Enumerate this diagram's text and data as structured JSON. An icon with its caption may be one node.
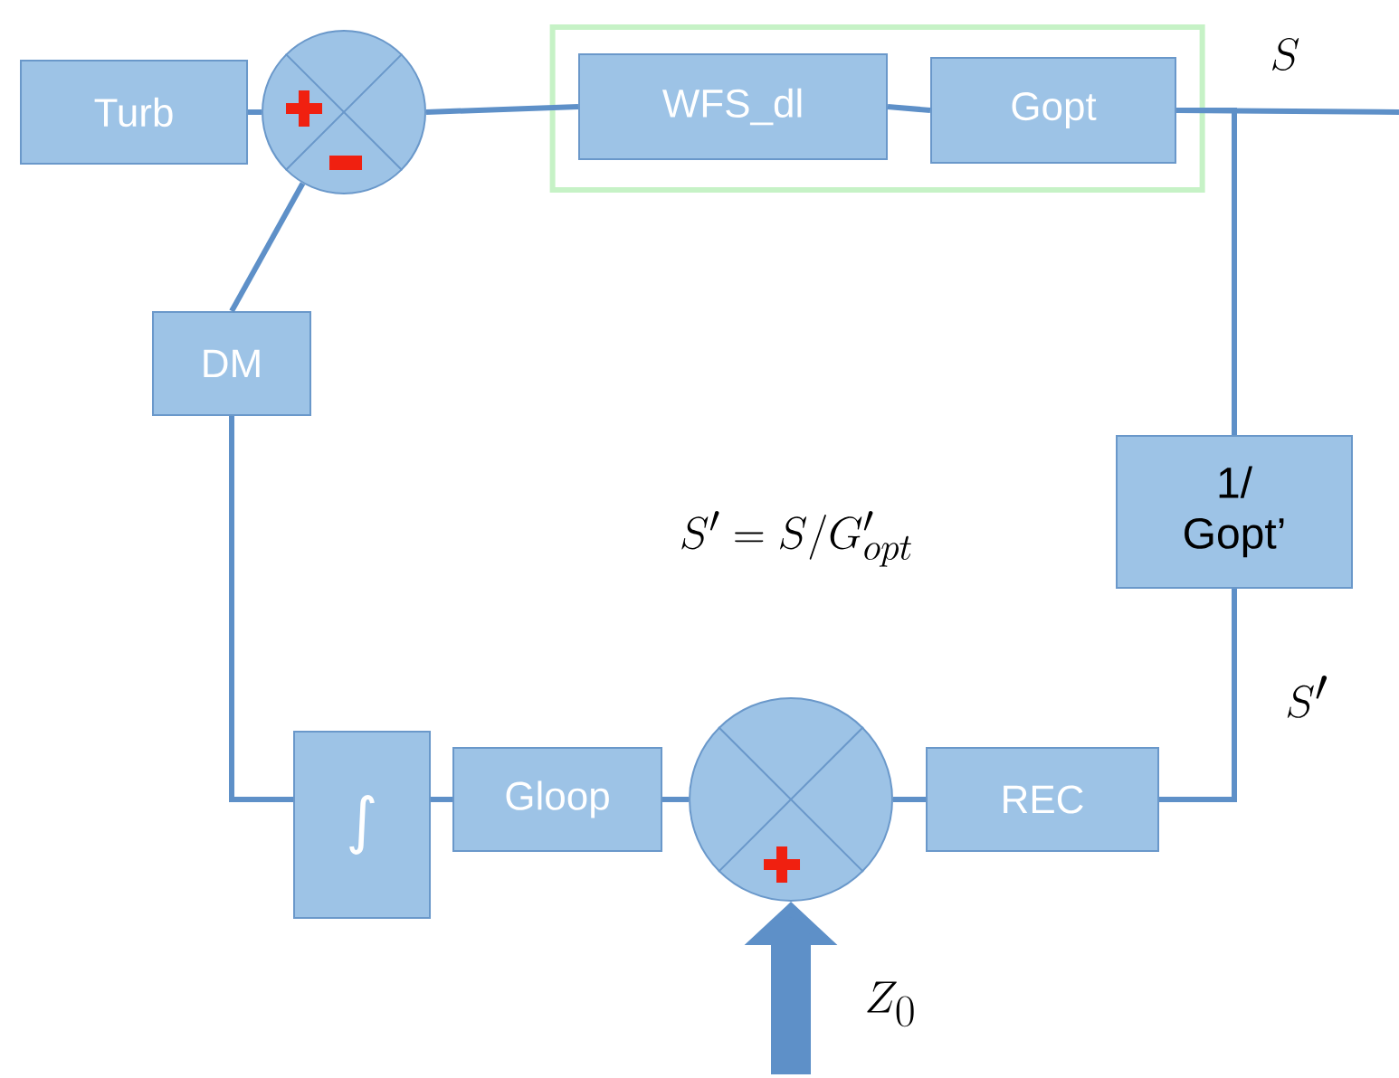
{
  "diagram": {
    "nodes": [
      {
        "text": [
          "Turb"
        ]
      },
      {
        "text": [],
        "shape": "circle"
      },
      {
        "text": [],
        "shape": "box"
      },
      {
        "text": [
          "WFS_dl"
        ],
        "in": 2
      },
      {
        "text": [
          "Gopt"
        ],
        "in": 2
      },
      {
        "text": [
          "1/ Gopt’"
        ]
      },
      {
        "text": [
          "REC"
        ]
      },
      {
        "text": [],
        "shape": "circle"
      },
      {
        "text": [
          "Gloop"
        ]
      },
      {
        "text": [
          "∫"
        ]
      },
      {
        "text": [
          "DM"
        ]
      }
    ],
    "edges": [
      {
        "from": 0,
        "to": 1,
        "arrow": "none"
      },
      {
        "from": 1,
        "to": 3,
        "arrow": "none"
      },
      {
        "from": 3,
        "to": 4,
        "arrow": "none"
      },
      {
        "from": 4,
        "to": null,
        "arrow": "none",
        "label": "S"
      },
      {
        "from": 4,
        "to": 5,
        "arrow": "none"
      },
      {
        "from": 5,
        "to": 6,
        "arrow": "none",
        "label": "S'"
      },
      {
        "from": 6,
        "to": 7,
        "arrow": "none"
      },
      {
        "from": 7,
        "to": 8,
        "arrow": "none"
      },
      {
        "from": 8,
        "to": 9,
        "arrow": "none"
      },
      {
        "from": 9,
        "to": 10,
        "arrow": "none"
      },
      {
        "from": 10,
        "to": 1,
        "arrow": "none"
      },
      {
        "from": null,
        "to": 7,
        "arrow": "to",
        "label": "Z_0",
        "style": "thick"
      }
    ],
    "labels": [
      "S' = S / G'_{opt}"
    ]
  }
}
